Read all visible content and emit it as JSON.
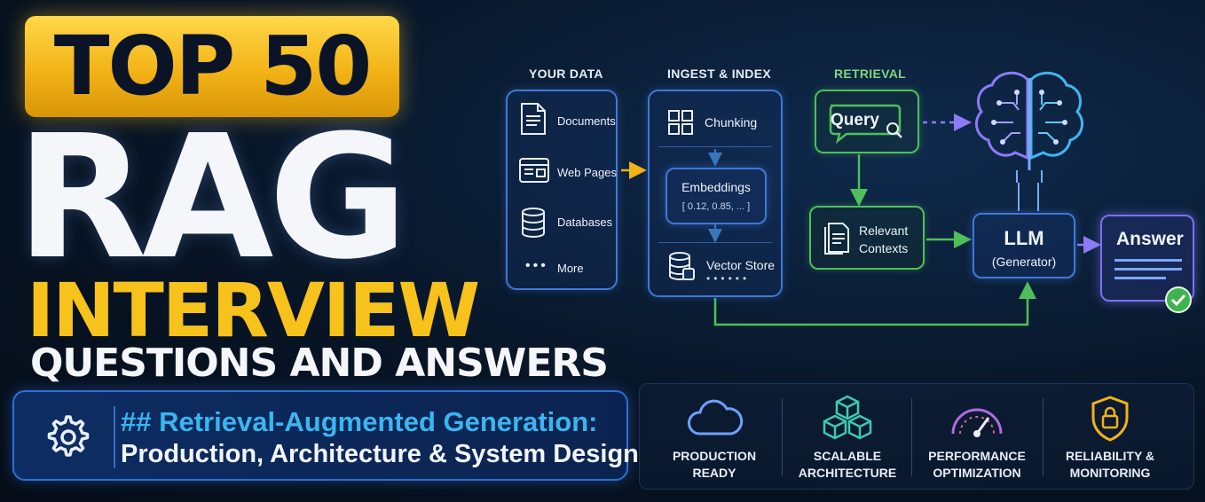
{
  "title": {
    "top": "TOP 50",
    "main": "RAG",
    "sub": "INTERVIEW",
    "tagline": "QUESTIONS AND ANSWERS"
  },
  "banner": {
    "line1": "## Retrieval-Augmented Generation:",
    "line2": "Production, Architecture & System Design",
    "icon": "gear-icon"
  },
  "features": [
    {
      "line1": "PRODUCTION",
      "line2": "READY",
      "icon": "cloud-icon"
    },
    {
      "line1": "SCALABLE",
      "line2": "ARCHITECTURE",
      "icon": "cubes-icon"
    },
    {
      "line1": "PERFORMANCE",
      "line2": "OPTIMIZATION",
      "icon": "gauge-icon"
    },
    {
      "line1": "RELIABILITY &",
      "line2": "MONITORING",
      "icon": "shield-lock-icon"
    }
  ],
  "diagram": {
    "your_data": {
      "heading": "YOUR DATA",
      "items": [
        "Documents",
        "Web Pages",
        "Databases",
        "More"
      ]
    },
    "ingest": {
      "heading": "INGEST & INDEX",
      "chunking": "Chunking",
      "embeddings": "Embeddings",
      "vector_sample": "[ 0.12, 0.85, ... ]",
      "vector_store": "Vector Store"
    },
    "retrieval": {
      "heading": "RETRIEVAL",
      "query": "Query",
      "contexts_line1": "Relevant",
      "contexts_line2": "Contexts"
    },
    "llm": {
      "name": "LLM",
      "role": "(Generator)"
    },
    "answer": {
      "label": "Answer"
    }
  },
  "colors": {
    "gold": "#f7c21c",
    "blue": "#3f78d8",
    "green": "#4fbf5a",
    "purple": "#7b72f0",
    "cyan": "#39b6f0"
  }
}
